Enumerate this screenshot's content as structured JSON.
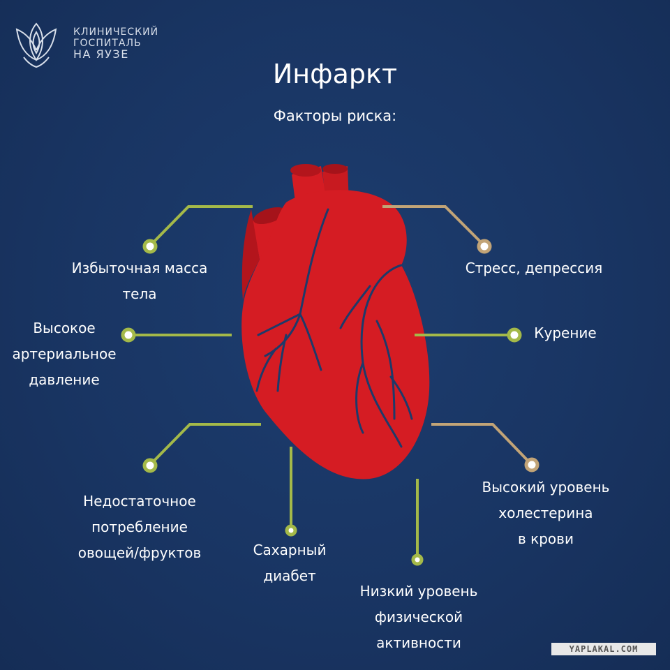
{
  "brand": {
    "line1": "КЛИНИЧЕСКИЙ",
    "line2": "ГОСПИТАЛЬ",
    "line3": "НА ЯУЗЕ"
  },
  "title": "Инфаркт",
  "subtitle": "Факторы риска:",
  "colors": {
    "background": "#193563",
    "heart": "#d51c23",
    "heart_dark": "#a5131a",
    "connector_green": "#a4b949",
    "connector_tan": "#c2a477"
  },
  "factors": {
    "excess_weight": [
      "Избыточная масса",
      "тела"
    ],
    "stress": [
      "Стресс, депрессия"
    ],
    "blood_pressure": [
      "Высокое",
      "артериальное",
      "давление"
    ],
    "smoking": [
      "Курение"
    ],
    "low_vegetables": [
      "Недостаточное",
      "потребление",
      "овощей/фруктов"
    ],
    "diabetes": [
      "Сахарный",
      "диабет"
    ],
    "cholesterol": [
      "Высокий уровень",
      "холестерина",
      "в крови"
    ],
    "low_activity": [
      "Низкий уровень",
      "физической",
      "активности"
    ]
  },
  "watermark": "YAPLAKAL.COM"
}
